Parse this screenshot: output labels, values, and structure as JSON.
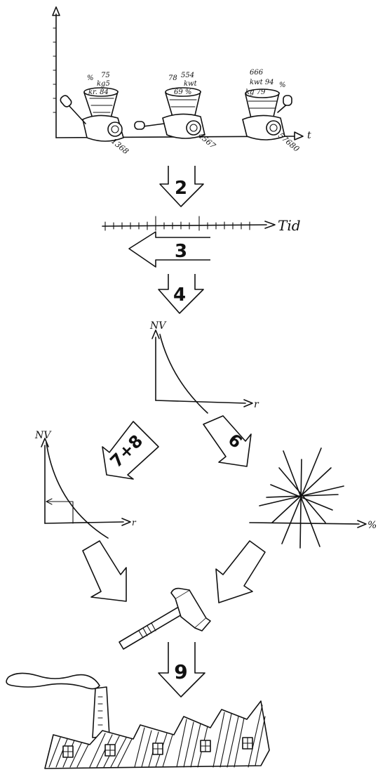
{
  "steps": {
    "step2": "2",
    "step3": "3",
    "step4": "4",
    "step6": "6",
    "step7_8": "7+8",
    "step9": "9"
  },
  "grinders": [
    {
      "top_labels": [
        "%",
        "75",
        "kg5",
        "kr. 84"
      ],
      "bottom_number": "1368"
    },
    {
      "top_labels": [
        "78",
        "554",
        "kwt",
        "69 %"
      ],
      "bottom_number": "4567"
    },
    {
      "top_labels": [
        "666",
        "kwt 94",
        "%",
        "kg 79"
      ],
      "bottom_number": "57680"
    }
  ],
  "top_chart": {
    "x_axis_label": "t"
  },
  "timeline": {
    "label": "Tid"
  },
  "npv_chart": {
    "y_label": "NV",
    "x_label": "r"
  },
  "npv_chart_small": {
    "y_label": "NV",
    "x_label": "r"
  },
  "sensitivity_chart": {
    "x_label": "%"
  }
}
